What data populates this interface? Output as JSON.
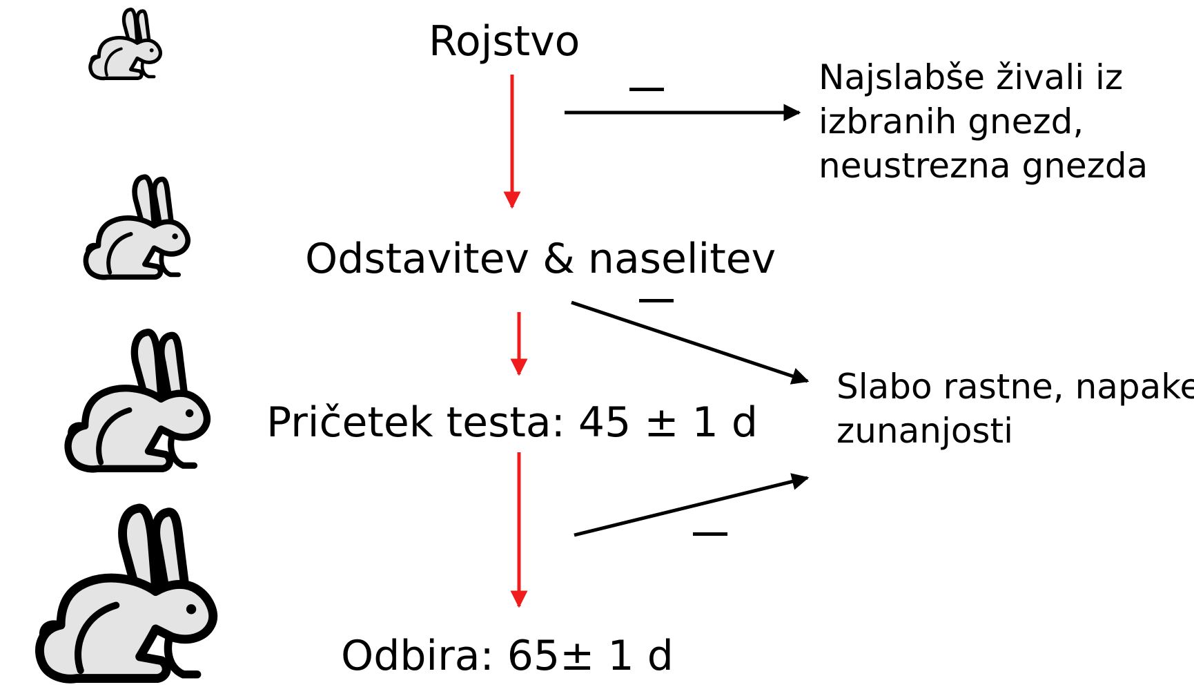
{
  "stages": [
    {
      "id": "birth",
      "label": "Rojstvo"
    },
    {
      "id": "weaning",
      "label": "Odstavitev & naselitev"
    },
    {
      "id": "test-start",
      "label": "Pričetek testa: 45 ± 1 d"
    },
    {
      "id": "selection",
      "label": "Odbira: 65± 1 d"
    }
  ],
  "culls": [
    {
      "id": "cull-birth",
      "sign": "—",
      "lines": [
        "Najslabše živali iz",
        "izbranih gnezd,",
        "neustrezna gnezda"
      ]
    },
    {
      "id": "cull-growth",
      "sign": "—",
      "lines": [
        "Slabo rastne, napake",
        "zunanjosti"
      ]
    }
  ],
  "colors": {
    "flow_arrow": "#ee1c1c",
    "cull_arrow": "#000000",
    "rabbit_fill": "#e4e4e4",
    "rabbit_outline": "#000000"
  },
  "icons": [
    "rabbit-icon",
    "rabbit-icon",
    "rabbit-icon",
    "rabbit-icon"
  ]
}
